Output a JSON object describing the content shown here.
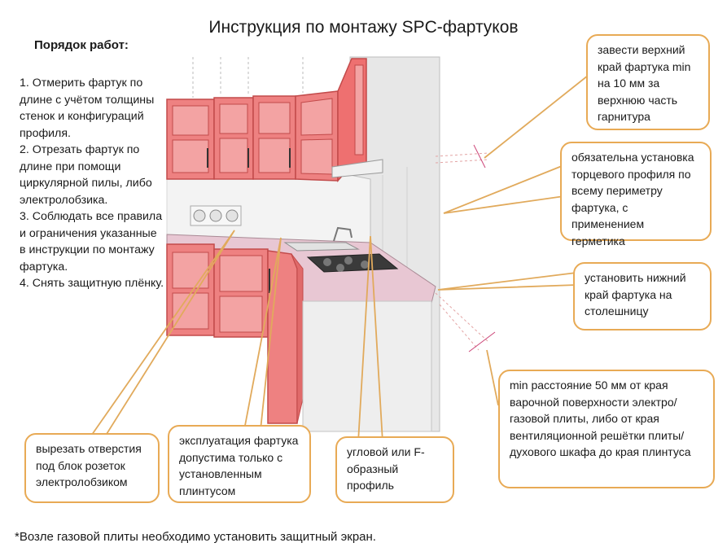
{
  "title": "Инструкция по монтажу SPC-фартуков",
  "steps_heading": "Порядок работ:",
  "steps": [
    "1. Отмерить фартук по длине с учётом толщины стенок и конфигураций профиля.",
    "2. Отрезать фартук  по длине при помощи циркулярной пилы, либо электролобзика.",
    "3. Соблюдать все правила и ограничения указанные в инструкции по монтажу фартука.",
    "4. Снять защитную плёнку."
  ],
  "callouts": {
    "top_edge": "завести верхний край фартука min на 10 мм за верхнюю часть гарнитура",
    "end_profile": "обязательна установка торцевого профиля по всему периметру фартука,  с применением герметика",
    "bottom_edge": "установить нижний край фартука на столешницу",
    "min_distance": "min расстояние 50 мм от края варочной поверхности электро/газовой плиты, либо от края вентиляционной решётки плиты/духового шкафа до края плинтуса",
    "sockets": "вырезать отверстия под блок розеток электролобзиком",
    "plinth": "эксплуатация фартука допустима  только с установленным плинтусом",
    "corner_profile": "угловой или F-образный профиль"
  },
  "footnote": "*Возле газовой плиты необходимо установить защитный экран.",
  "colors": {
    "callout_border": "#e8aa55",
    "cabinet_fill": "#ee7d7d",
    "cabinet_edge": "#c94848",
    "countertop": "#e6c3cf"
  }
}
